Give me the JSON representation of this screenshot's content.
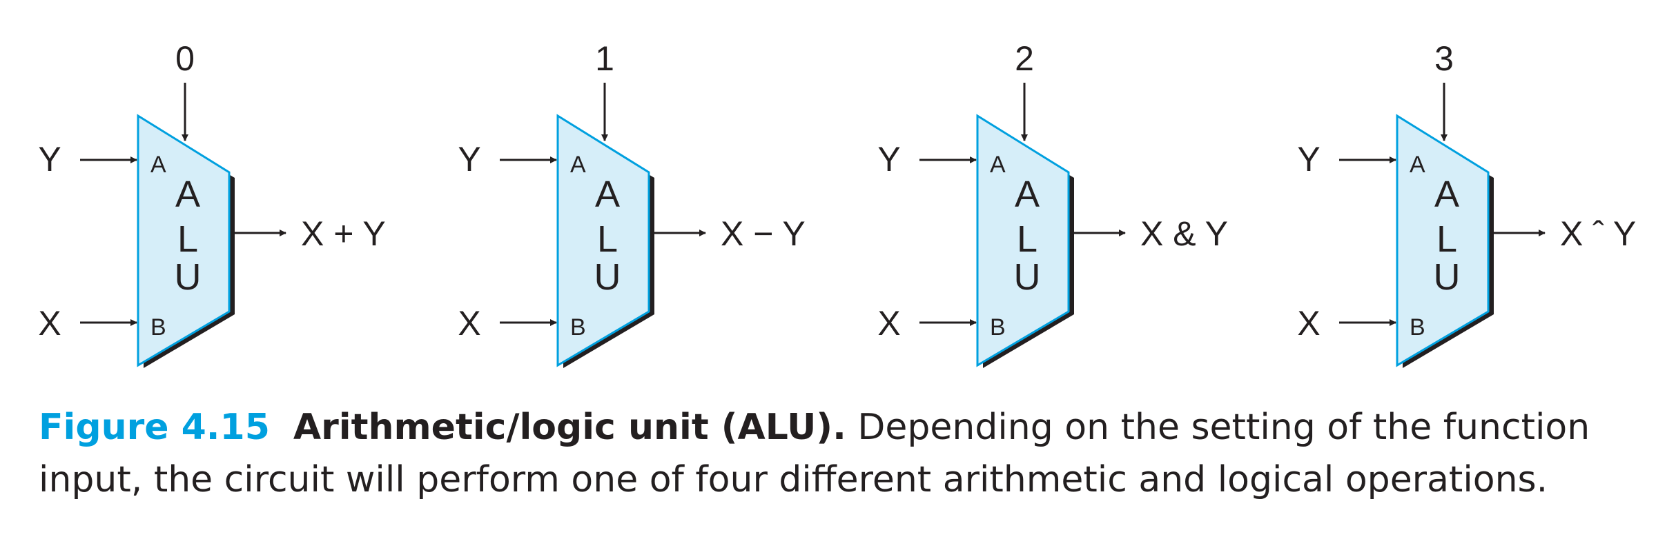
{
  "units": [
    {
      "function_code": "0",
      "input_a": "Y",
      "input_b": "X",
      "pin_a": "A",
      "pin_b": "B",
      "letters": [
        "A",
        "L",
        "U"
      ],
      "output": "X + Y"
    },
    {
      "function_code": "1",
      "input_a": "Y",
      "input_b": "X",
      "pin_a": "A",
      "pin_b": "B",
      "letters": [
        "A",
        "L",
        "U"
      ],
      "output": "X − Y"
    },
    {
      "function_code": "2",
      "input_a": "Y",
      "input_b": "X",
      "pin_a": "A",
      "pin_b": "B",
      "letters": [
        "A",
        "L",
        "U"
      ],
      "output": "X & Y"
    },
    {
      "function_code": "3",
      "input_a": "Y",
      "input_b": "X",
      "pin_a": "A",
      "pin_b": "B",
      "letters": [
        "A",
        "L",
        "U"
      ],
      "output": "X ˆ Y"
    }
  ],
  "colors": {
    "alu_fill": "#d6eef9",
    "alu_stroke": "#00a0df",
    "shadow": "#231f20",
    "figure_label": "#00a0df"
  },
  "caption": {
    "label": "Figure 4.15",
    "title": "Arithmetic/logic unit (ALU).",
    "text": "Depending on the setting of the function input, the circuit will perform one of four different arithmetic and logical operations."
  }
}
